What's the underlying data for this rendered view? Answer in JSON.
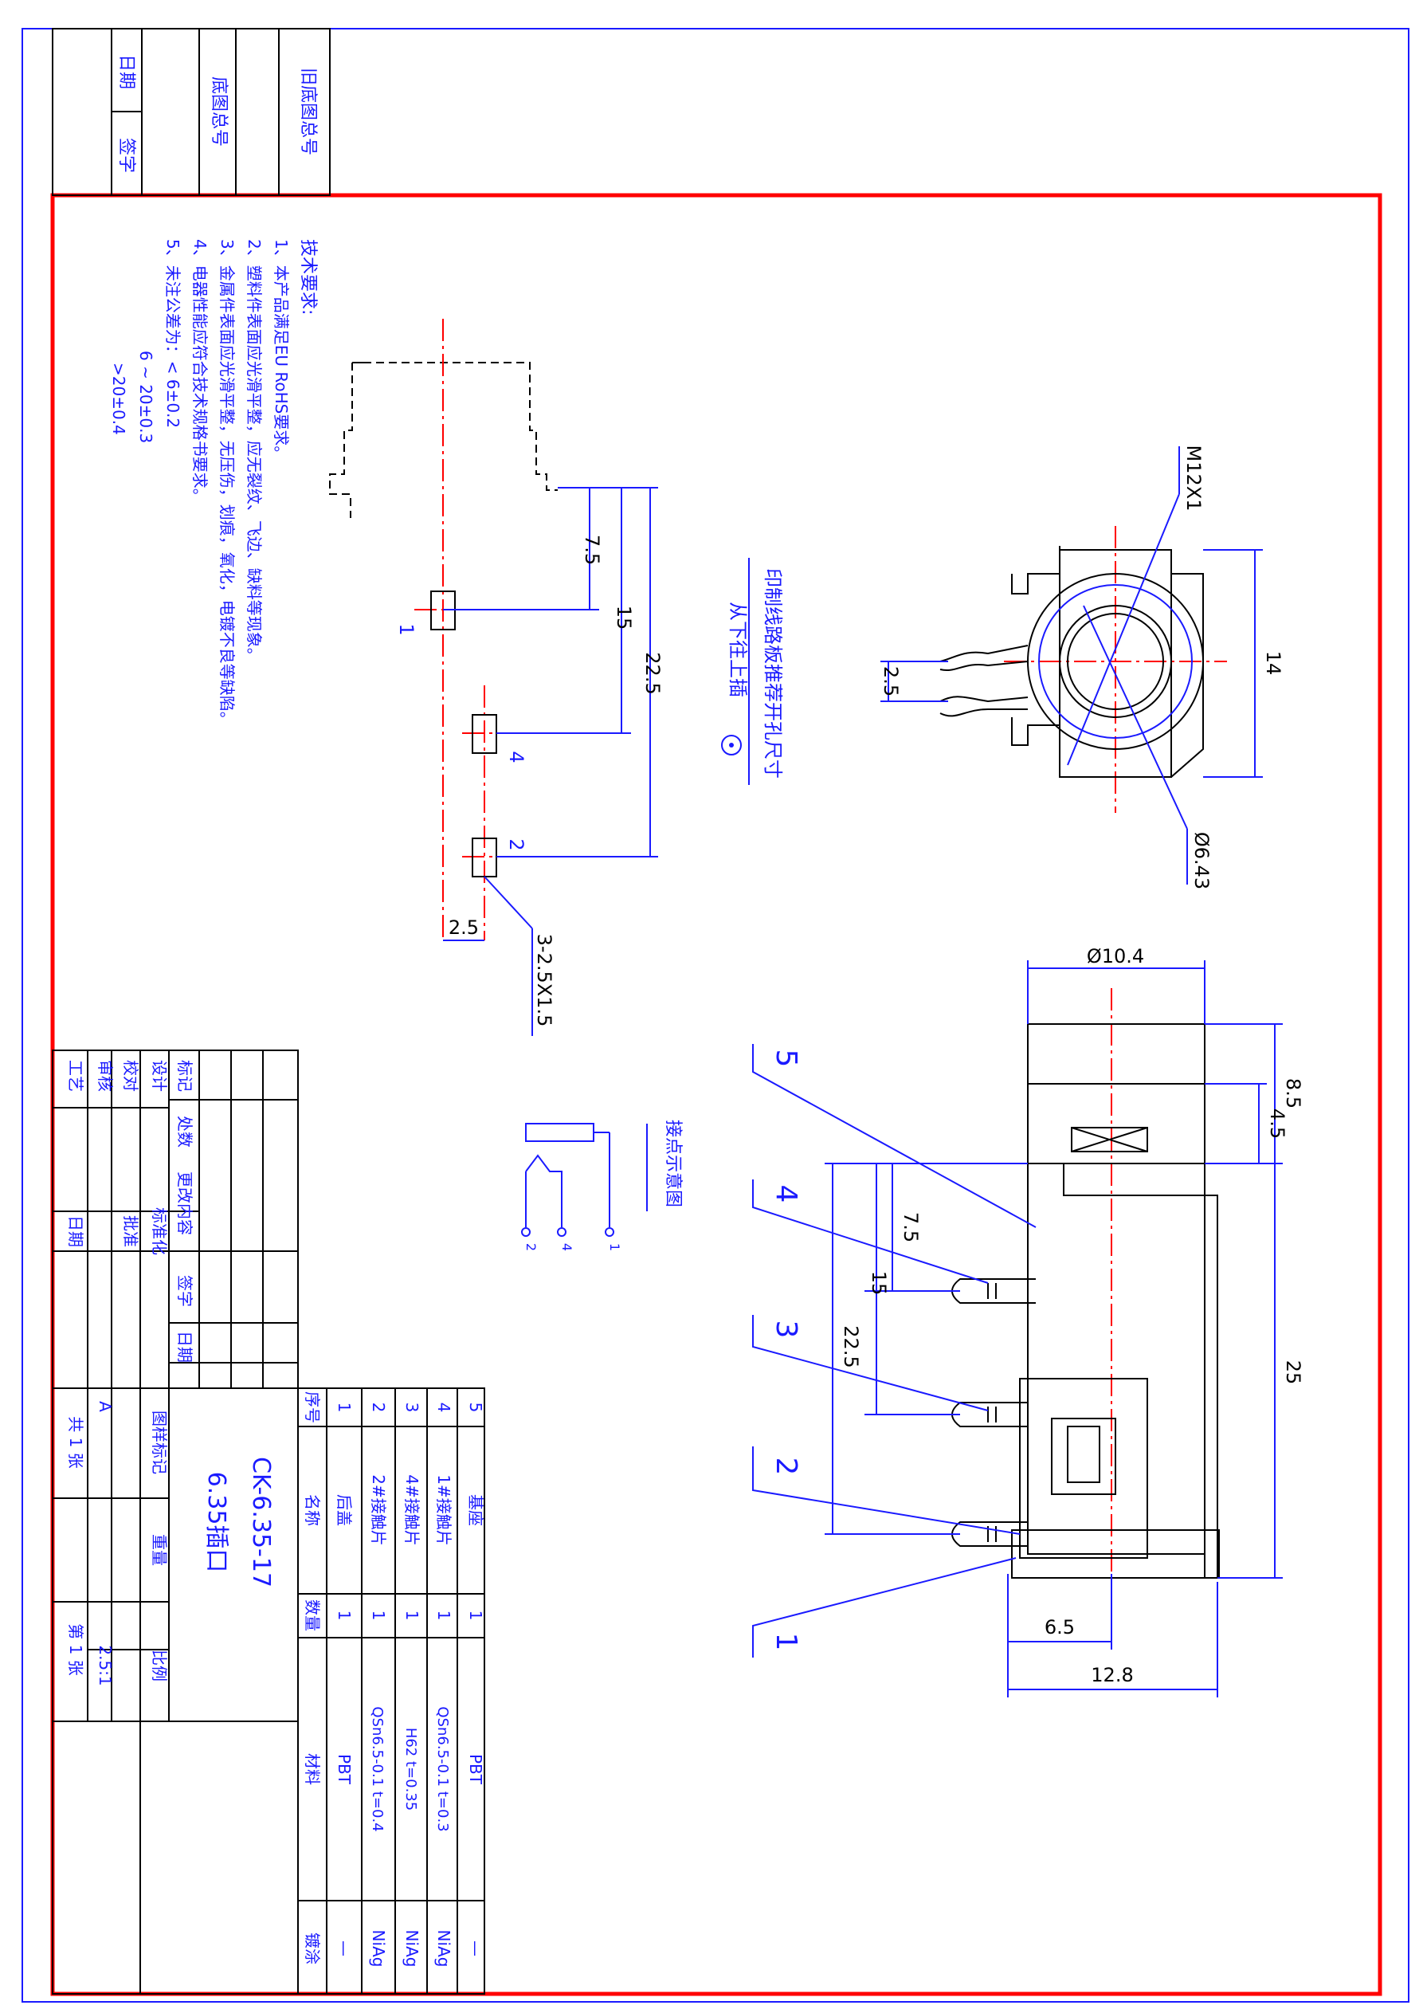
{
  "colors": {
    "frame": "#ff0000",
    "dim": "#1a1aff",
    "outline": "#000000",
    "paper": "#ffffff",
    "note": "#1a1aff"
  },
  "top_box": {
    "old_number": "旧底图总号",
    "base_number": "底图总号",
    "date": "日期",
    "signature": "签字"
  },
  "tech": {
    "heading": "技术要求:",
    "items": [
      "1、本产品满足EU RoHS要求。",
      "2、塑料件表面应光滑平整，应无裂纹、飞边、缺料等现象。",
      "3、金属件表面应光滑平整，无压伤，划痕，氧化，电镀不良等缺陷。",
      "4、电器性能应符合技术规格书要求。",
      "5、未注公差为：< 6±0.2",
      "6 ~ 20±0.3",
      ">20±0.4"
    ]
  },
  "pcb": {
    "title": "印制线路板推荐开孔尺寸",
    "subtitle": "从下往上插",
    "dims": {
      "d1": "7.5",
      "d2": "15",
      "d3": "22.5",
      "d4": "2.5",
      "slot": "3-2.5X1.5"
    },
    "pins": [
      "1",
      "4",
      "2"
    ]
  },
  "front": {
    "thread": "M12X1",
    "height": "14",
    "pitch": "2.5",
    "hole": "Ø6.43"
  },
  "side": {
    "dia": "Ø10.4",
    "h1": "8.5",
    "h2": "4.5",
    "h3": "25",
    "p1": "7.5",
    "p2": "15",
    "p3": "22.5",
    "w1": "6.5",
    "w2": "12.8",
    "balloons": [
      "5",
      "4",
      "3",
      "2",
      "1"
    ]
  },
  "schematic": {
    "title": "接点示意图",
    "pins": [
      "1",
      "4",
      "2"
    ]
  },
  "rev_table": {
    "mark": "标记",
    "count": "处数",
    "content": "更改内容",
    "sign": "签字",
    "date": "日期",
    "design": "设计",
    "check": "校对",
    "review": "审核",
    "process": "工艺",
    "standard": "标准化",
    "approve": "批准",
    "date2": "日期"
  },
  "bom": {
    "headers": [
      "序号",
      "名称",
      "数量",
      "材料",
      "镀涂"
    ],
    "rows": [
      {
        "no": "5",
        "name": "基座",
        "qty": "1",
        "mat": "PBT",
        "plating": "—"
      },
      {
        "no": "4",
        "name": "1#接触片",
        "qty": "1",
        "mat": "QSn6.5-0.1 t=0.3",
        "plating": "NiAg"
      },
      {
        "no": "3",
        "name": "4#接触片",
        "qty": "1",
        "mat": "H62 t=0.35",
        "plating": "NiAg"
      },
      {
        "no": "2",
        "name": "2#接触片",
        "qty": "1",
        "mat": "QSn6.5-0.1 t=0.4",
        "plating": "NiAg"
      },
      {
        "no": "1",
        "name": "后盖",
        "qty": "1",
        "mat": "PBT",
        "plating": "—"
      }
    ]
  },
  "title_block": {
    "part_no": "CK-6.35-17",
    "part_name": "6.35插口",
    "sample_mark": "图样标记",
    "weight": "重量",
    "scale_label": "比例",
    "mark_value": "A",
    "scale_value": "2.5:1",
    "sheets": "共 1 张",
    "sheet_no": "第 1 张"
  }
}
